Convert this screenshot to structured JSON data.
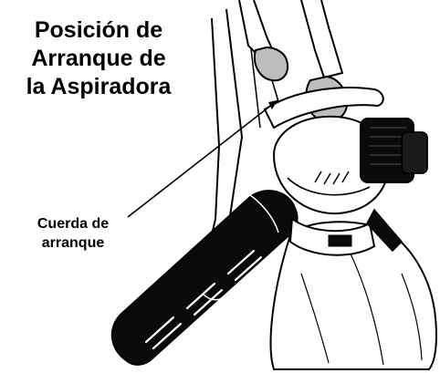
{
  "title": {
    "lines": [
      "Posición de",
      "Arranque de",
      "la Aspiradora"
    ]
  },
  "callout": {
    "lines": [
      "Cuerda de",
      "arranque"
    ]
  }
}
